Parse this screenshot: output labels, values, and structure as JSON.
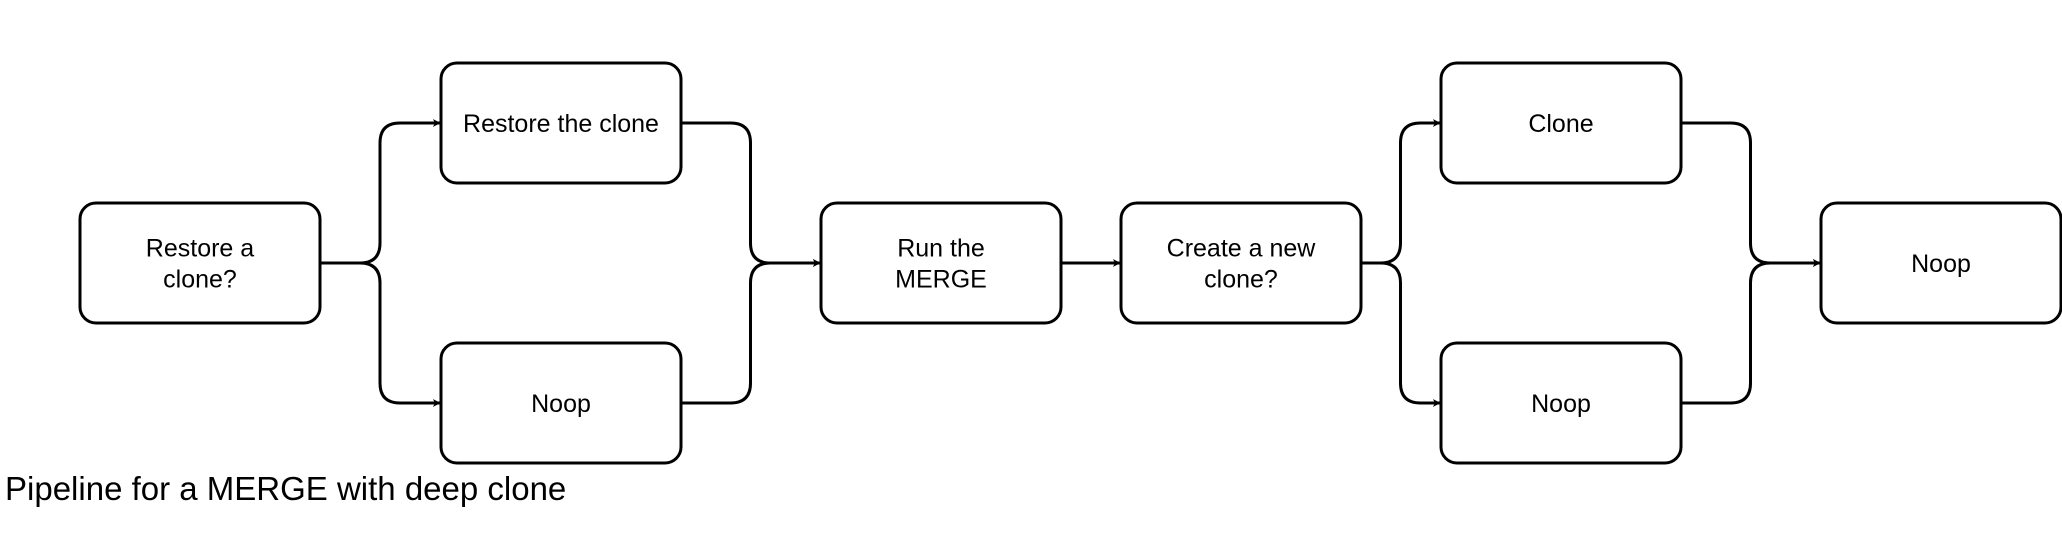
{
  "diagram": {
    "nodes": [
      {
        "id": "restore-question",
        "lines": [
          "Restore a",
          "clone?"
        ]
      },
      {
        "id": "restore-clone",
        "lines": [
          "Restore the clone"
        ]
      },
      {
        "id": "noop-1",
        "lines": [
          "Noop"
        ]
      },
      {
        "id": "run-merge",
        "lines": [
          "Run the",
          "MERGE"
        ]
      },
      {
        "id": "create-question",
        "lines": [
          "Create a new",
          "clone?"
        ]
      },
      {
        "id": "clone",
        "lines": [
          "Clone"
        ]
      },
      {
        "id": "noop-2",
        "lines": [
          "Noop"
        ]
      },
      {
        "id": "noop-3",
        "lines": [
          "Noop"
        ]
      }
    ],
    "edges": [
      {
        "from": "restore-question",
        "to": "restore-clone"
      },
      {
        "from": "restore-question",
        "to": "noop-1"
      },
      {
        "from": "restore-clone",
        "to": "run-merge"
      },
      {
        "from": "noop-1",
        "to": "run-merge"
      },
      {
        "from": "run-merge",
        "to": "create-question"
      },
      {
        "from": "create-question",
        "to": "clone"
      },
      {
        "from": "create-question",
        "to": "noop-2"
      },
      {
        "from": "clone",
        "to": "noop-3"
      },
      {
        "from": "noop-2",
        "to": "noop-3"
      }
    ]
  },
  "caption": "Pipeline for a MERGE with deep clone"
}
